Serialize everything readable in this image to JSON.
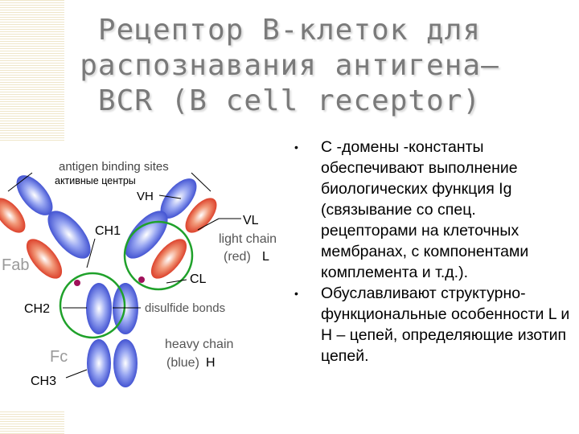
{
  "slide": {
    "title_lines": [
      "Рецептор В-клеток для",
      "распознавания антигена–",
      "BCR (B cell receptor)"
    ]
  },
  "diagram": {
    "labels": {
      "antigen_binding_sites": "antigen binding sites",
      "active_centers": "активные центры",
      "vh": "VH",
      "vl": "VL",
      "ch1": "CH1",
      "light_chain": "light chain",
      "red": "(red)",
      "l": "L",
      "fab": "Fab",
      "cl": "CL",
      "ch2": "CH2",
      "disulfide_bonds": "disulfide bonds",
      "fc": "Fc",
      "heavy_chain": "heavy chain",
      "blue": "(blue)",
      "h": "H",
      "ch3": "CH3"
    },
    "colors": {
      "heavy_chain": "#4a5ee0",
      "light_chain": "#e0452a",
      "circle": "#1fa12a"
    }
  },
  "bullets": [
    {
      "symbol": "•",
      "text": "С -домены -константы обеспечивают выполнение биологических функция Ig (связывание со спец. рецепторами на клеточных мембранах, с компонентами комплемента и т.д.)."
    },
    {
      "symbol": "•",
      "text": "Обуславливают структурно-функциональные особенности L и H – цепей, определяющие изотип цепей."
    }
  ]
}
